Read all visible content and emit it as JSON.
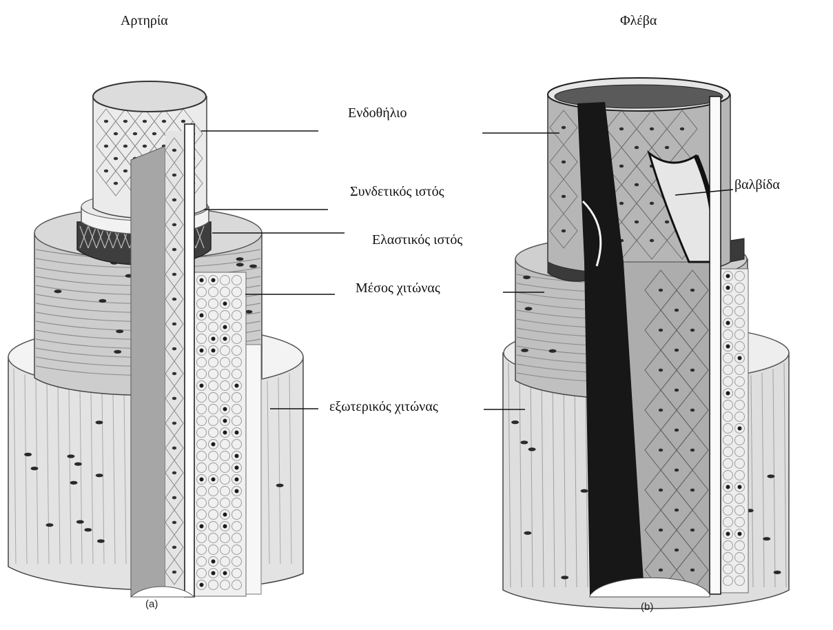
{
  "titles": {
    "artery": "Αρτηρία",
    "vein": "Φλέβα"
  },
  "labels": {
    "endothelium": "Ενδοθήλιο",
    "connective_tissue": "Συνδετικός ιστός",
    "elastic_tissue": "Ελαστικός ιστός",
    "middle_tunic": "Μέσος χιτώνας",
    "outer_tunic": "εξωτερικός χιτώνας",
    "valve": "βαλβίδα"
  },
  "captions": {
    "artery_panel": "(a)",
    "vein_panel": "(b)"
  }
}
